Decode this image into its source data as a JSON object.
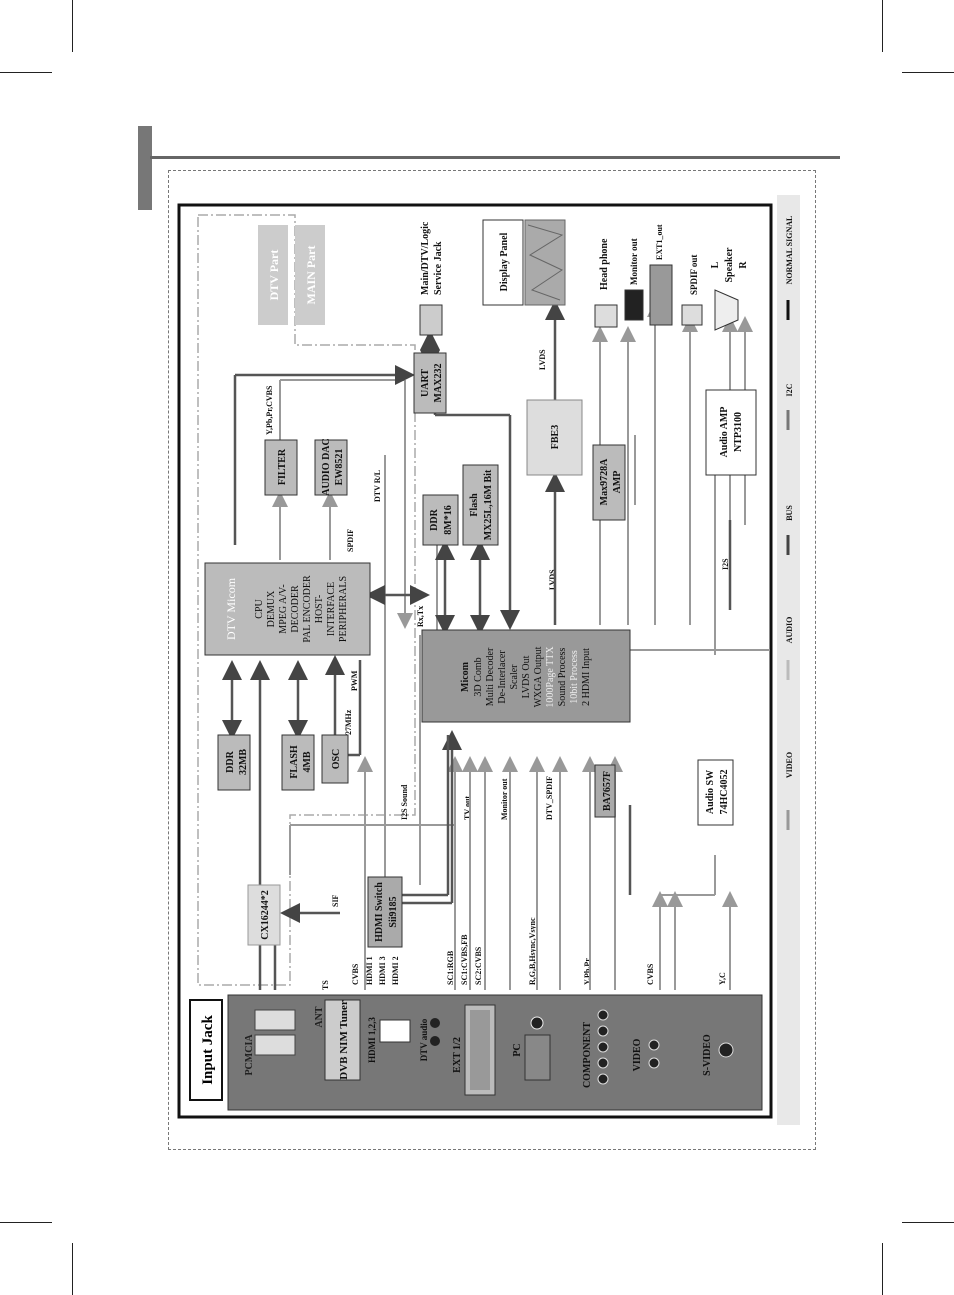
{
  "diagram": {
    "input_jack_title": "Input Jack",
    "dtv_part": "DTV Part",
    "main_part": "MAIN Part",
    "jacks": [
      "PCMCIA",
      "ANT",
      "DVB NIM Tuner",
      "HDMI 1,2,3",
      "DTV audio",
      "EXT 1/2",
      "PC",
      "COMPONENT",
      "VIDEO",
      "S-VIDEO"
    ],
    "chips": {
      "cx16244": "CX16244*2",
      "hdmi_switch": [
        "HDMI Switch",
        "Sii9185"
      ],
      "ddr32": [
        "DDR",
        "32MB"
      ],
      "flash4": [
        "FLASH",
        "4MB"
      ],
      "osc": "OSC",
      "dtv_micom": [
        "DTV Micom",
        "CPU",
        "DEMUX",
        "MPEG A/V-",
        "DECODER",
        "PAL ENCODER",
        "HOST-",
        "INTERFACE",
        "PERIPHERALS"
      ],
      "filter": "FILTER",
      "audio_dac": [
        "AUDIO DAC",
        "EW8521"
      ],
      "uart": [
        "UART",
        "MAX232"
      ],
      "ddr8": [
        "DDR",
        "8M*16"
      ],
      "flash16": [
        "Flash",
        "MX25L,16M Bit"
      ],
      "micom": [
        "Micom",
        "3D Comb",
        "Multi Decoder",
        "De-Interlacer",
        "Scaler",
        "LVDS Out",
        "WXGA Output",
        "1000Page TTX",
        "Sound Process",
        "10bit Process",
        "2 HDMI Input"
      ],
      "fbe3": "FBE3",
      "max9728": [
        "Max9728A",
        "AMP"
      ],
      "ba7657": "BA7657F",
      "audio_sw": [
        "Audio SW",
        "74HC4052"
      ],
      "audio_amp": [
        "Audio AMP",
        "NTP3100"
      ]
    },
    "outputs": {
      "service_jack": [
        "Main/DTV/Logic",
        "Service Jack"
      ],
      "display_panel": "Display Panel",
      "head_phone": "Head phone",
      "monitor_out": "Monitor out",
      "ext1_out": "EXT1_out",
      "spdif_out": "SPDIF out",
      "speaker": [
        "L",
        "Speaker",
        "R"
      ]
    },
    "signals": {
      "cvbs": "CVBS",
      "hdmi1": "HDMI 1",
      "hdmi3": "HDMI 3",
      "hdmi2": "HDMI 2",
      "sc1rgb": "SC1:RGB",
      "sc1cvbs": "SC1:CVBS,FB",
      "sc2cvbs": "SC2:CVBS",
      "rgbhv": "R,G,B,Hsync,Vsync",
      "ypbpr": "Y,Pb,Pr",
      "cvbs2": "CVBS",
      "yc": "Y,C",
      "ts": "TS",
      "sif": "SIF",
      "i2s_sound": "I2S Sound",
      "tv_out": "TV out",
      "monitor_out_sig": "Monitor out",
      "dtv_spdif": "DTV_SPDIF",
      "mhz27": "27MHz",
      "pwm": "PWM",
      "rxtx": "Rx,Tx",
      "spdif": "SPDIF",
      "dtv_rl": "DTV R/L",
      "ypbpr_cvbs": "Y,Pb,Pr,CVBS",
      "lvds1": "LVDS",
      "lvds2": "LVDS",
      "i2s": "I2S"
    },
    "legend": [
      "VIDEO",
      "AUDIO",
      "BUS",
      "I2C",
      "NORMAL SIGNAL"
    ]
  }
}
